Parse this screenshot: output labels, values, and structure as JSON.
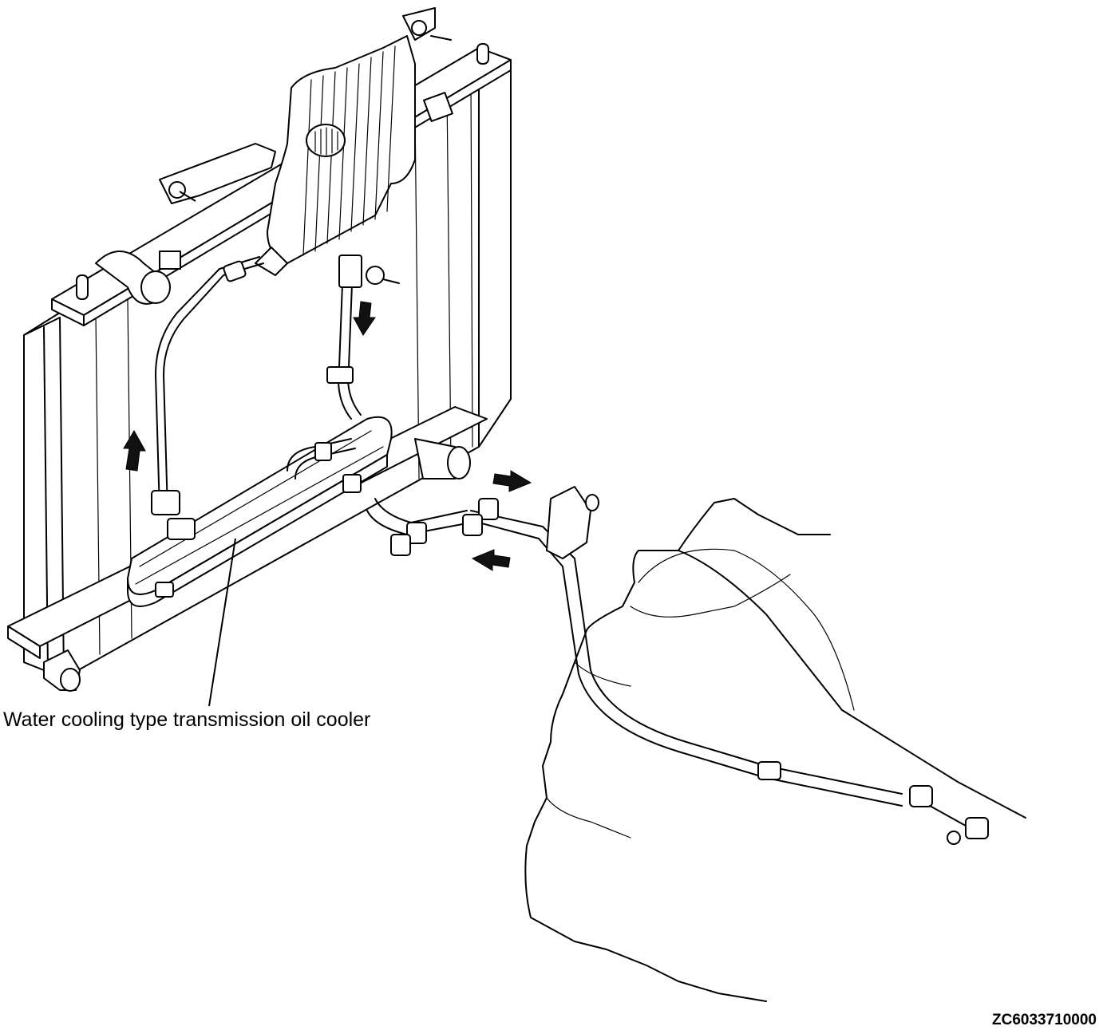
{
  "figure": {
    "callout_label": "Water cooling type transmission oil cooler",
    "figure_code": "ZC6033710000"
  },
  "icons": {
    "radiator": "radiator-illustration",
    "oil_cooler": "oil-cooler-illustration",
    "flow_arrows": "flow-arrow-icon",
    "transmission": "transmission-case-illustration"
  },
  "colors": {
    "line": "#000000",
    "background": "#ffffff"
  }
}
